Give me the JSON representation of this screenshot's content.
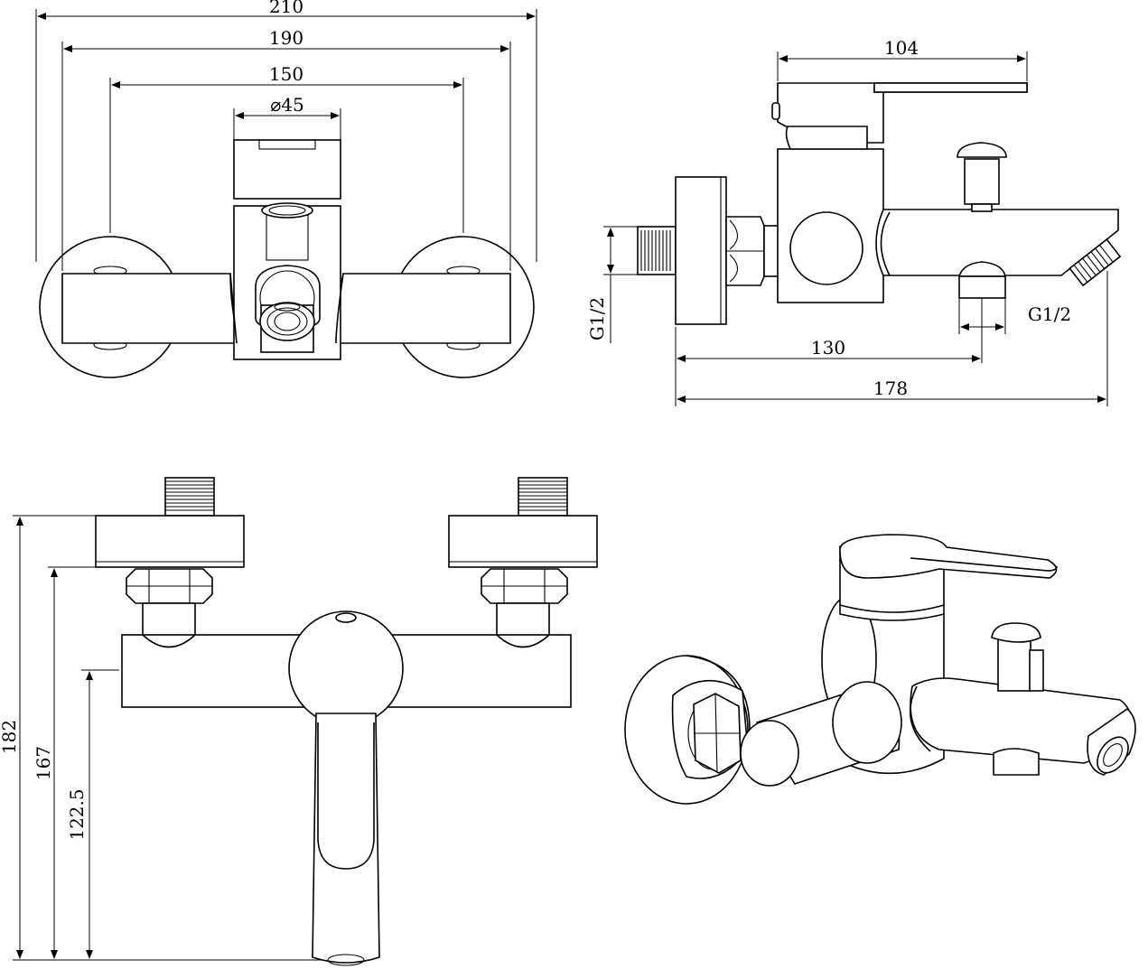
{
  "top_view": {
    "dim_overall": "210",
    "dim_wall_plate": "190",
    "dim_centers": "150",
    "dim_diameter": "⌀45"
  },
  "side_view": {
    "dim_length": "104",
    "dim_inlet_thread": "G1/2",
    "dim_outlet_thread": "G1/2",
    "dim_inlet_to_outlet": "130",
    "dim_projection": "178"
  },
  "front_view": {
    "dim_height_total": "182",
    "dim_height_lever": "167",
    "dim_height_center": "122.5"
  }
}
